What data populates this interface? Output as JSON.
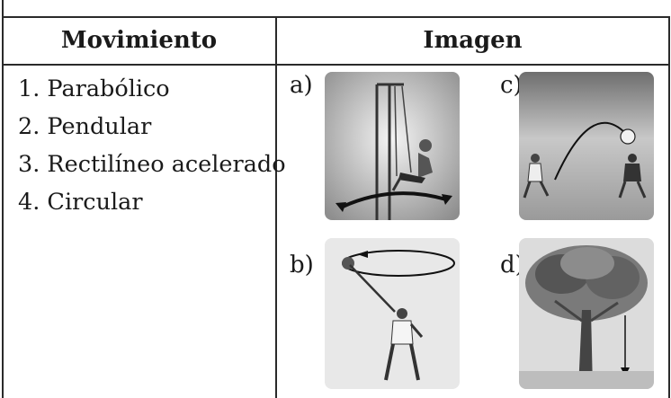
{
  "table": {
    "headers": {
      "movement": "Movimiento",
      "image": "Imagen"
    },
    "movements": [
      "1. Parabólico",
      "2. Pendular",
      "3. Rectilíneo acelerado",
      "4. Circular"
    ],
    "images": [
      {
        "label": "a)",
        "icon": "swing-pendulum-illustration"
      },
      {
        "label": "c)",
        "icon": "soccer-ball-parabola-illustration"
      },
      {
        "label": "b)",
        "icon": "circular-swing-rope-illustration"
      },
      {
        "label": "d)",
        "icon": "falling-fruit-tree-illustration"
      }
    ]
  }
}
